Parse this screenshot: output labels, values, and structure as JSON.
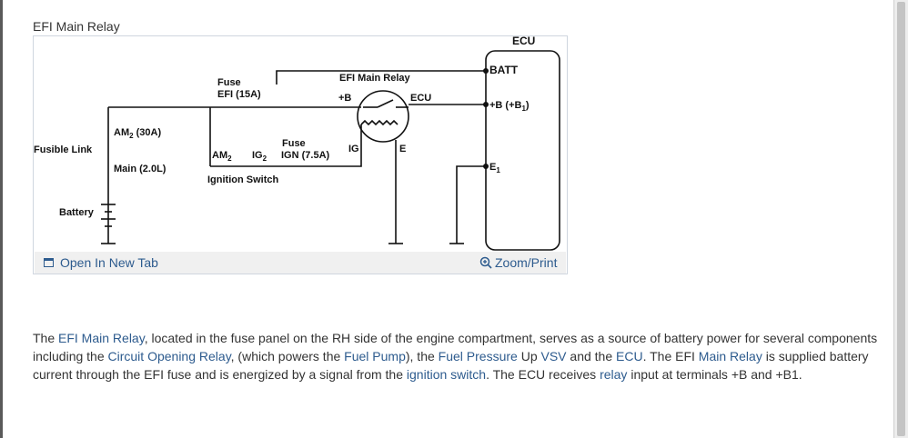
{
  "figure": {
    "title": "EFI Main Relay",
    "open_link": "Open In New Tab",
    "zoom_link": "Zoom/Print",
    "labels": {
      "ecu_top": "ECU",
      "batt": "BATT",
      "b_plus": "+B (+B",
      "b_plus_sub": "1",
      "b_plus_close": ")",
      "e1": "E",
      "e1_sub": "1",
      "fuse_efi_1": "Fuse",
      "fuse_efi_2": "EFI (15A)",
      "relay_title": "EFI Main Relay",
      "relay_b": "+B",
      "relay_ecu": "ECU",
      "am2_30a": "AM",
      "am2_30a_sub": "2",
      "am2_30a_rest": " (30A)",
      "fusible_link": "Fusible Link",
      "main_20l": "Main (2.0L)",
      "fuse_ign_1": "Fuse",
      "fuse_ign_2": "IGN (7.5A)",
      "am2": "AM",
      "am2_sub": "2",
      "ig2": "IG",
      "ig2_sub": "2",
      "ig": "IG",
      "e": "E",
      "ignition_switch": "Ignition Switch",
      "battery": "Battery"
    }
  },
  "paragraph": {
    "t1": "The ",
    "l1": "EFI Main Relay",
    "t2": ", located in the fuse panel on the RH side of the engine compartment, serves as a source of battery power for several components including the ",
    "l2": "Circuit Opening Relay",
    "t3": ", (which powers the ",
    "l3": "Fuel Pump",
    "t4": "), the ",
    "l4": "Fuel Pressure",
    "t5": " Up ",
    "l5": "VSV",
    "t6": " and the ",
    "l6": "ECU",
    "t7": ". The EFI ",
    "l7": "Main Relay",
    "t8": " is supplied battery current through the EFI fuse and is energized by a signal from the ",
    "l8": "ignition switch",
    "t9": ". The ECU receives ",
    "l9": "relay",
    "t10": " input at terminals +B and +B1."
  }
}
